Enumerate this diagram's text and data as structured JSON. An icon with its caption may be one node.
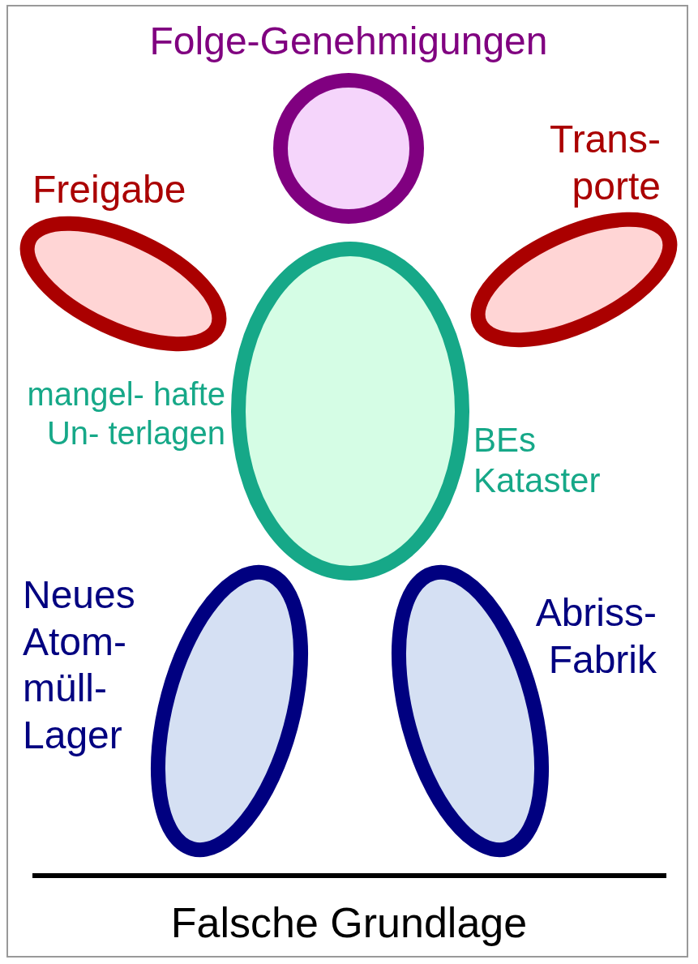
{
  "diagram": {
    "caption": "Falsche Grundlage",
    "nodes": [
      {
        "text": [
          "Folge-Genehmigungen"
        ]
      },
      {
        "text": [
          "Freigabe"
        ]
      },
      {
        "text": [
          "Trans- porte"
        ]
      },
      {
        "text": [
          "mangel- hafte Un- terlagen",
          "BEs Kataster"
        ]
      },
      {
        "text": [
          "Neues Atom- müll- Lager"
        ]
      },
      {
        "text": [
          "Abriss- Fabrik"
        ]
      }
    ]
  }
}
